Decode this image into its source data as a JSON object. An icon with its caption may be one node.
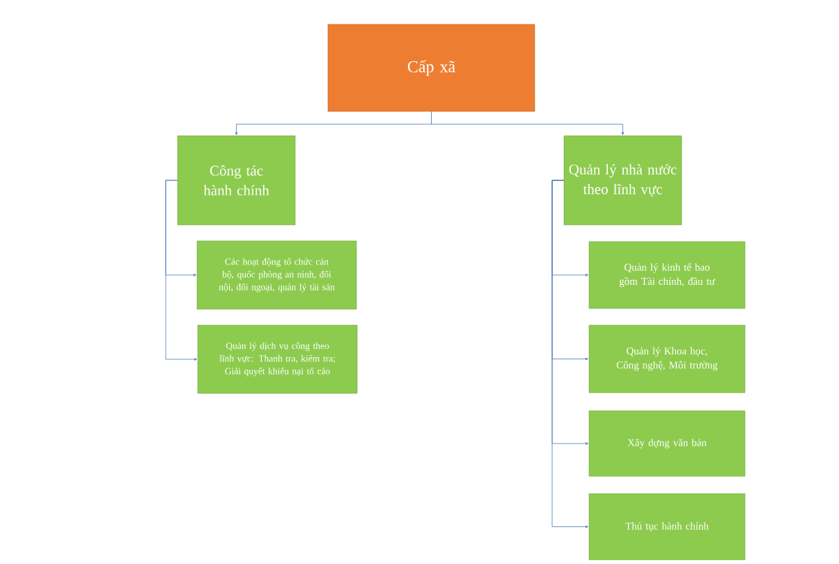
{
  "diagram": {
    "nodes": [
      {
        "text": [
          "Cấp xã"
        ]
      },
      {
        "text": [
          "Công tác hành chính"
        ]
      },
      {
        "text": [
          "Các hoạt động tổ chức cán bộ, quốc phòng an ninh, đối nội, đối ngoại, quản lý tài sản"
        ]
      },
      {
        "text": [
          "Quản lý dịch vụ công theo lĩnh vực: Thanh tra, kiểm tra; Giải quyết khiếu nại tố cáo"
        ]
      },
      {
        "text": [
          "Quản lý nhà nước theo lĩnh vực"
        ]
      },
      {
        "text": [
          "Quản lý kinh tế bao gồm Tài chính, đầu tư"
        ]
      },
      {
        "text": [
          "Quản lý Khoa học, Công nghệ, Môi trường"
        ]
      },
      {
        "text": [
          "Xây dựng văn bản"
        ]
      },
      {
        "text": [
          "Thủ tục hành chính"
        ]
      }
    ],
    "edges": [
      {
        "from": 0,
        "to": 1,
        "arrow": "to"
      },
      {
        "from": 0,
        "to": 4,
        "arrow": "to"
      },
      {
        "from": 1,
        "to": 2,
        "arrow": "to"
      },
      {
        "from": 1,
        "to": 3,
        "arrow": "to"
      },
      {
        "from": 4,
        "to": 5,
        "arrow": "to"
      },
      {
        "from": 4,
        "to": 6,
        "arrow": "to"
      },
      {
        "from": 4,
        "to": 7,
        "arrow": "to"
      },
      {
        "from": 4,
        "to": 8,
        "arrow": "to"
      }
    ]
  }
}
